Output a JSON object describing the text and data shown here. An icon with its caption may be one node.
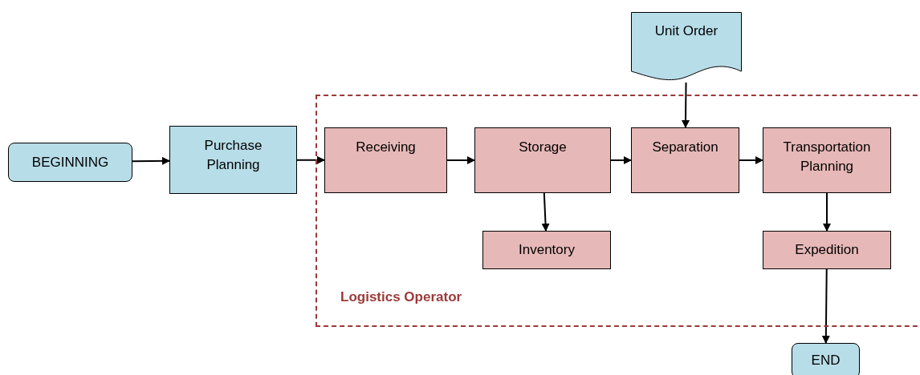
{
  "diagram": {
    "nodes": [
      {
        "text": [
          "BEGINNING"
        ]
      },
      {
        "text": [
          "Purchase Planning"
        ]
      },
      {
        "text": [
          "Logistics Operator"
        ]
      },
      {
        "text": [
          "Receiving"
        ],
        "in": 2
      },
      {
        "text": [
          "Storage"
        ],
        "in": 2
      },
      {
        "text": [
          "Separation"
        ],
        "in": 2
      },
      {
        "text": [
          "Transportation Planning"
        ],
        "in": 2
      },
      {
        "text": [
          "Inventory"
        ],
        "in": 2
      },
      {
        "text": [
          "Expedition"
        ],
        "in": 2
      },
      {
        "text": [
          "Unit Order"
        ]
      },
      {
        "text": [
          "END"
        ]
      }
    ],
    "edges": [
      {
        "from": 0,
        "to": 1,
        "arrow": "to"
      },
      {
        "from": 1,
        "to": 3,
        "arrow": "to"
      },
      {
        "from": 3,
        "to": 4,
        "arrow": "to"
      },
      {
        "from": 4,
        "to": 5,
        "arrow": "to"
      },
      {
        "from": 5,
        "to": 6,
        "arrow": "to"
      },
      {
        "from": 4,
        "to": 7,
        "arrow": "to"
      },
      {
        "from": 6,
        "to": 8,
        "arrow": "to"
      },
      {
        "from": 8,
        "to": 10,
        "arrow": "to"
      },
      {
        "from": 9,
        "to": 5,
        "arrow": "to"
      }
    ]
  }
}
